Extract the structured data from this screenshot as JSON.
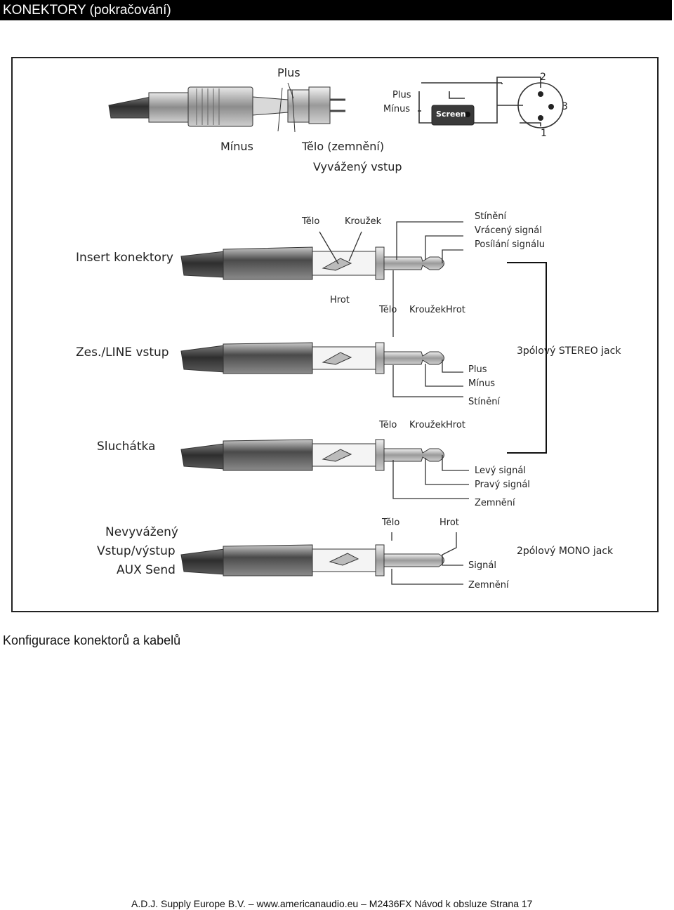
{
  "header": {
    "title": "KONEKTORY (pokračování)"
  },
  "xlr": {
    "plus_top": "Plus",
    "plus_right": "Plus",
    "minus_right": "Mínus",
    "screen": "Screen",
    "pin2": "2",
    "pin3": "3",
    "pin1": "1",
    "minus_bottom": "Mínus",
    "ground": "Tělo (zemnění)",
    "title": "Vyvážený vstup"
  },
  "insert": {
    "title": "Insert konektory",
    "telo": "Tělo",
    "krouzek": "Kroužek",
    "hrot": "Hrot",
    "shield": "Stínění",
    "return": "Vrácený signál",
    "send": "Posílání signálu"
  },
  "line": {
    "title": "Zes./LINE vstup",
    "telo": "Tělo",
    "krouzek": "Kroužek",
    "hrot": "Hrot",
    "plus": "Plus",
    "minus": "Mínus",
    "shield": "Stínění",
    "stereo_jack": "3pólový STEREO jack"
  },
  "headphones": {
    "title": "Sluchátka",
    "telo": "Tělo",
    "krouzek": "Kroužek",
    "hrot": "Hrot",
    "left": "Levý signál",
    "right": "Pravý signál",
    "ground": "Zemnění"
  },
  "unbalanced": {
    "line1": "Nevyvážený",
    "line2": "Vstup/výstup",
    "line3": "AUX Send",
    "telo": "Tělo",
    "hrot": "Hrot",
    "signal": "Signál",
    "ground": "Zemnění",
    "mono_jack": "2pólový MONO jack"
  },
  "caption": "Konfigurace konektorů a kabelů",
  "footer": "A.D.J. Supply Europe B.V. – www.americanaudio.eu – M2436FX  Návod k obsluze Strana 17"
}
